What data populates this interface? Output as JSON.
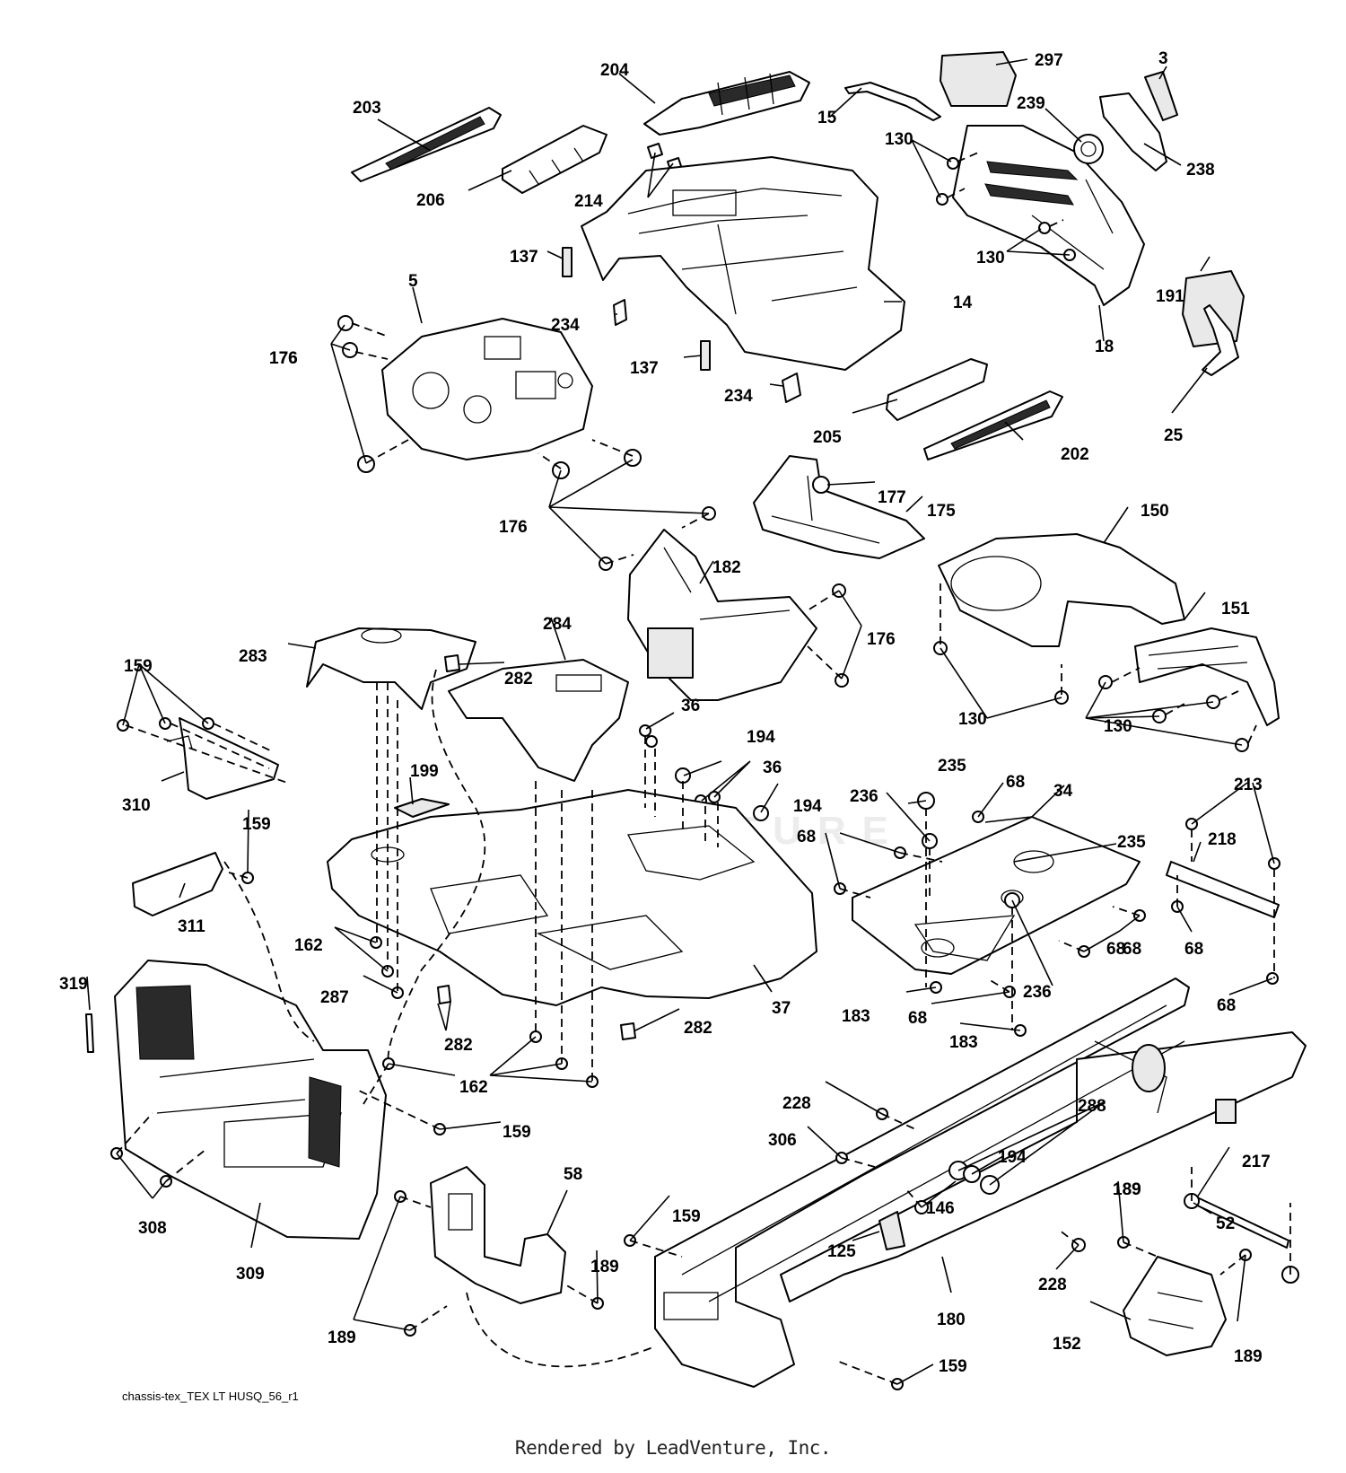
{
  "diagram_id": "chassis-tex_TEX LT HUSQ_56_r1",
  "credit": "Rendered by LeadVenture, Inc.",
  "watermark": "LEADVENTURE",
  "callouts": [
    "3",
    "5",
    "14",
    "15",
    "18",
    "25",
    "34",
    "36",
    "36",
    "37",
    "52",
    "58",
    "68",
    "68",
    "68",
    "68",
    "68",
    "68",
    "68",
    "125",
    "130",
    "130",
    "130",
    "130",
    "137",
    "137",
    "146",
    "150",
    "151",
    "152",
    "159",
    "159",
    "159",
    "159",
    "159",
    "162",
    "162",
    "175",
    "176",
    "176",
    "176",
    "176",
    "177",
    "180",
    "182",
    "183",
    "183",
    "189",
    "189",
    "189",
    "189",
    "189",
    "191",
    "194",
    "194",
    "194",
    "199",
    "202",
    "203",
    "204",
    "205",
    "206",
    "213",
    "214",
    "217",
    "218",
    "228",
    "228",
    "234",
    "234",
    "235",
    "235",
    "236",
    "236",
    "238",
    "239",
    "282",
    "282",
    "282",
    "283",
    "284",
    "287",
    "288",
    "297",
    "306",
    "308",
    "309",
    "310",
    "311",
    "319"
  ]
}
